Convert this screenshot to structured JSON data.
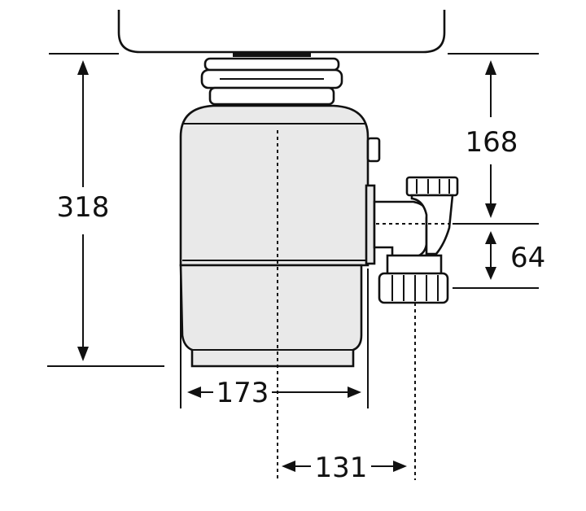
{
  "dimensions": {
    "total_height": "318",
    "inlet_to_outlet_height": "168",
    "outlet_to_drain_height": "64",
    "body_width": "173",
    "axis_to_drain_offset": "131"
  }
}
